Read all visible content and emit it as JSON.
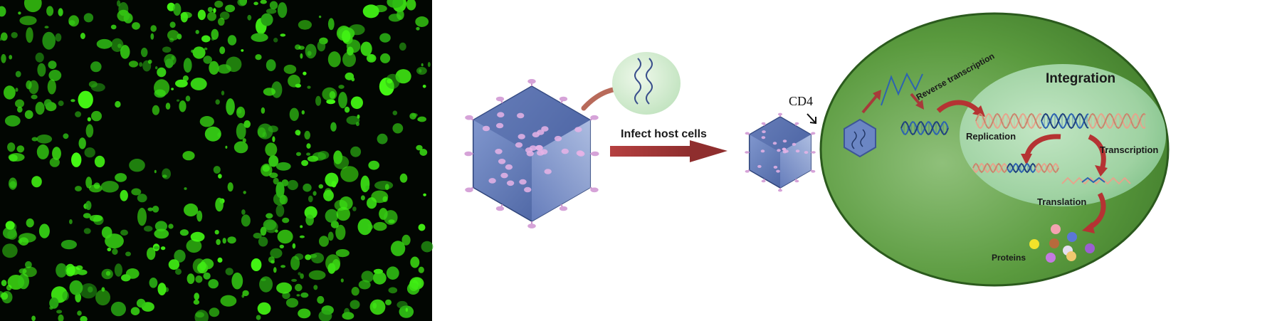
{
  "labels": {
    "infect": "Infect host cells",
    "cd4": "CD4",
    "reverse_transcription": "Reverse transcription",
    "integration": "Integration",
    "replication": "Replication",
    "transcription": "Transcription",
    "translation": "Translation",
    "proteins": "Proteins"
  },
  "colors": {
    "fluorescence_bg": "#020602",
    "fluorescence_cell": "#33e61a",
    "cell_outer": "#4f8a34",
    "nucleus": "#a6d4a8",
    "capsid": "#5b77b3",
    "spike": "#d6a3d8",
    "arrow": "#a73a3a",
    "dna_blue": "#2d63b0",
    "dna_peach": "#e6a48c"
  },
  "icons": {
    "micrograph": "fluorescence-micrograph",
    "virus": "lentivirus-icon",
    "genome": "rna-genome-icon",
    "arrow": "red-arrow-icon",
    "dna": "dna-helix-icon",
    "proteins": "protein-dots-icon"
  }
}
